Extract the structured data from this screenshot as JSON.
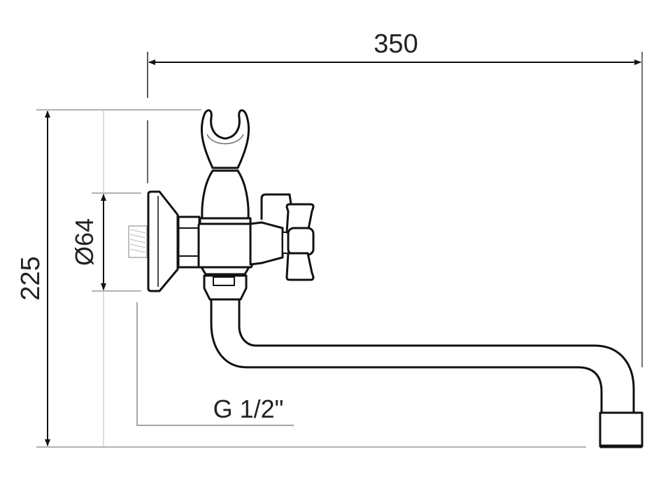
{
  "drawing": {
    "subject": "Wall-mounted bath mixer with swivel spout and shower holder",
    "dimensions": {
      "overall_width": "350",
      "overall_height": "225",
      "flange_diameter": "Ø64",
      "connection_thread": "G 1/2\""
    },
    "colors": {
      "line": "#111111",
      "dim_line": "#222222",
      "ext_line": "#9a9a9a",
      "background": "#ffffff"
    }
  }
}
